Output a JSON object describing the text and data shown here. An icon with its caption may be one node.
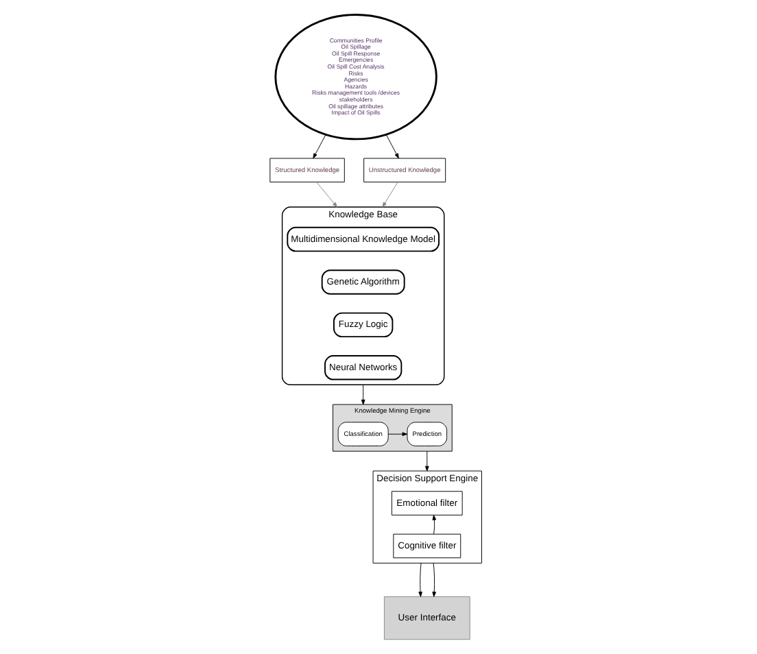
{
  "diagram": {
    "nodes": [
      {
        "text": [
          "Communities Profile",
          "Oil Spillage",
          "Oil Spill Response",
          "Emergencies",
          "Oil Spill Cost Analysis",
          "Risks",
          "Agencies",
          "Hazards",
          "Risks management tools /devices",
          "stakeholders",
          "Oil spillage attributes",
          "Impact of Oil Spills"
        ]
      },
      {
        "text": [
          "Structured Knowledge"
        ]
      },
      {
        "text": [
          "Unstructured Knowledge"
        ]
      },
      {
        "text": [
          "Knowledge Base"
        ]
      },
      {
        "text": [
          "Multidimensional Knowledge Model"
        ],
        "in": 3
      },
      {
        "text": [
          "Genetic Algorithm"
        ],
        "in": 3
      },
      {
        "text": [
          "Fuzzy Logic"
        ],
        "in": 3
      },
      {
        "text": [
          "Neural Networks"
        ],
        "in": 3
      },
      {
        "text": [
          "Knowledge Mining Engine"
        ]
      },
      {
        "text": [
          "Classification"
        ],
        "in": 8
      },
      {
        "text": [
          "Prediction"
        ],
        "in": 8
      },
      {
        "text": [
          "Decision Support Engine"
        ]
      },
      {
        "text": [
          "Emotional filter"
        ],
        "in": 11
      },
      {
        "text": [
          "Cognitive filter"
        ],
        "in": 11
      },
      {
        "text": [
          "User Interface"
        ]
      }
    ],
    "edges": [
      {
        "from": 0,
        "to": 1,
        "arrow": "to"
      },
      {
        "from": 0,
        "to": 2,
        "arrow": "to"
      },
      {
        "from": 1,
        "to": 3,
        "arrow": "to",
        "color": "#888888"
      },
      {
        "from": 2,
        "to": 3,
        "arrow": "to",
        "color": "#888888"
      },
      {
        "from": 3,
        "to": 8,
        "arrow": "to"
      },
      {
        "from": 9,
        "to": 10,
        "arrow": "to"
      },
      {
        "from": 8,
        "to": 11,
        "arrow": "to"
      },
      {
        "from": 13,
        "to": 12,
        "arrow": "to"
      },
      {
        "from": 11,
        "to": 14,
        "arrow": "to"
      },
      {
        "from": 11,
        "to": 14,
        "arrow": "to"
      }
    ]
  }
}
